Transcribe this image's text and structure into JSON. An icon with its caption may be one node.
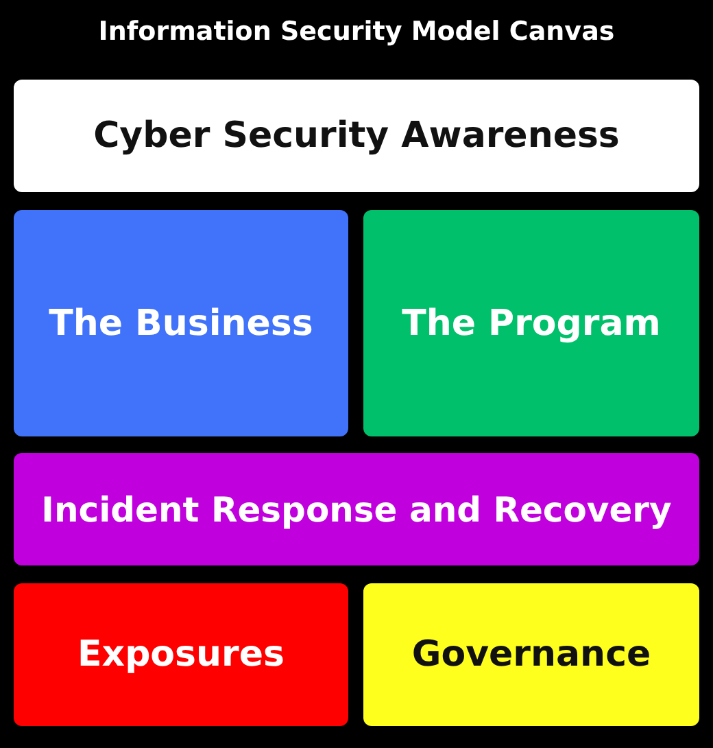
{
  "diagram": {
    "title": "Information Security Model Canvas",
    "nodes": [
      {
        "text": [
          "Cyber Security Awareness"
        ]
      },
      {
        "text": [
          "The Business"
        ]
      },
      {
        "text": [
          "The Program"
        ]
      },
      {
        "text": [
          "Incident Response and Recovery"
        ]
      },
      {
        "text": [
          "Exposures"
        ]
      },
      {
        "text": [
          "Governance"
        ]
      }
    ]
  }
}
